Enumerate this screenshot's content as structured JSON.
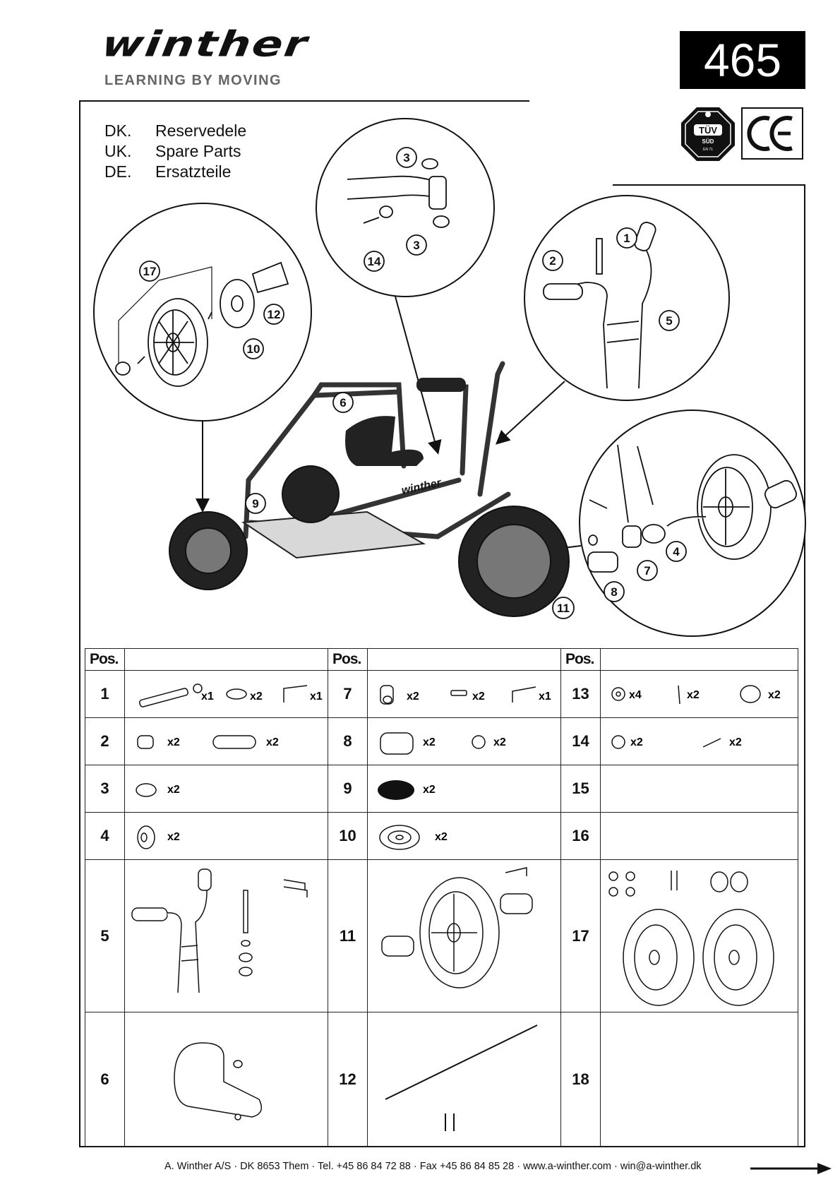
{
  "header": {
    "brand": "winther",
    "tagline": "LEARNING BY MOVING",
    "model_number": "465"
  },
  "badges": {
    "tuv_label": "TÜV SÜD",
    "ce_label": "CE"
  },
  "languages": [
    {
      "code": "DK.",
      "title": "Reservedele"
    },
    {
      "code": "UK.",
      "title": "Spare Parts"
    },
    {
      "code": "DE.",
      "title": "Ersatzteile"
    }
  ],
  "callouts": {
    "seat": "6",
    "platform": "9",
    "front_wheel": "11",
    "rear_wheel_detail": [
      "17",
      "12",
      "10"
    ],
    "seat_post_detail": [
      "3",
      "3",
      "14"
    ],
    "handlebar_detail": [
      "1",
      "2",
      "5"
    ],
    "crank_detail": [
      "4",
      "7",
      "8"
    ],
    "frame_print": "winther"
  },
  "table": {
    "header_label": "Pos.",
    "rows": [
      [
        {
          "pos": "1",
          "qty": [
            "x1",
            "x2",
            "x1"
          ]
        },
        {
          "pos": "7",
          "qty": [
            "x2",
            "x2",
            "x1"
          ]
        },
        {
          "pos": "13",
          "qty": [
            "x4",
            "x2",
            "x2"
          ]
        }
      ],
      [
        {
          "pos": "2",
          "qty": [
            "x2",
            "x2"
          ]
        },
        {
          "pos": "8",
          "qty": [
            "x2",
            "x2"
          ]
        },
        {
          "pos": "14",
          "qty": [
            "x2",
            "x2"
          ]
        }
      ],
      [
        {
          "pos": "3",
          "qty": [
            "x2"
          ]
        },
        {
          "pos": "9",
          "qty": [
            "x2"
          ]
        },
        {
          "pos": "15",
          "qty": []
        }
      ],
      [
        {
          "pos": "4",
          "qty": [
            "x2"
          ]
        },
        {
          "pos": "10",
          "qty": [
            "x2"
          ]
        },
        {
          "pos": "16",
          "qty": []
        }
      ],
      [
        {
          "pos": "5",
          "qty": []
        },
        {
          "pos": "11",
          "qty": []
        },
        {
          "pos": "17",
          "qty": []
        }
      ],
      [
        {
          "pos": "6",
          "qty": []
        },
        {
          "pos": "12",
          "qty": []
        },
        {
          "pos": "18",
          "qty": []
        }
      ]
    ]
  },
  "footer": {
    "contact": "A. Winther A/S · DK 8653 Them · Tel. +45 86 84 72 88 · Fax +45 86 84 85 28 · www.a-winther.com · win@a-winther.dk"
  }
}
